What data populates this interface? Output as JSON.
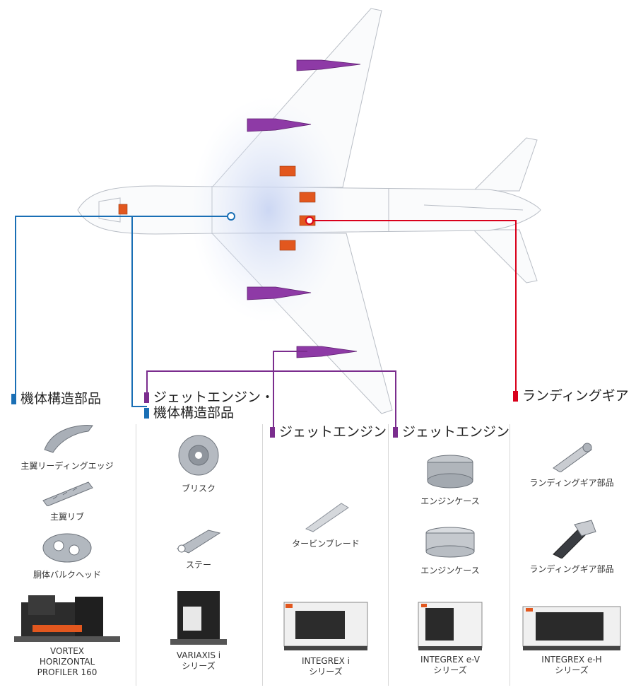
{
  "colors": {
    "structure": "#1a6fb5",
    "jet_structure": "#7b2d8e",
    "jet": "#7b2d8e",
    "landing": "#d9001b",
    "engine_fill": "#8e3aa6",
    "gear_fill": "#e2571e"
  },
  "categories": {
    "structure": "機体構造部品",
    "jet_structure_line1": "ジェットエンジン・",
    "jet_structure_line2": "機体構造部品",
    "jet1": "ジェットエンジン",
    "jet2": "ジェットエンジン",
    "landing": "ランディングギア"
  },
  "columns": [
    {
      "parts": [
        "主翼リーディングエッジ",
        "主翼リブ",
        "胴体バルクヘッド"
      ],
      "machine_lines": [
        "VORTEX",
        "HORIZONTAL",
        "PROFILER 160"
      ]
    },
    {
      "parts": [
        "ブリスク",
        "ステー"
      ],
      "machine_lines": [
        "VARIAXIS i",
        "シリーズ"
      ]
    },
    {
      "parts": [
        "タービンブレード"
      ],
      "machine_lines": [
        "INTEGREX i",
        "シリーズ"
      ]
    },
    {
      "parts": [
        "エンジンケース",
        "エンジンケース"
      ],
      "machine_lines": [
        "INTEGREX e-V",
        "シリーズ"
      ]
    },
    {
      "parts": [
        "ランディングギア部品",
        "ランディングギア部品"
      ],
      "machine_lines": [
        "INTEGREX e-H",
        "シリーズ"
      ]
    }
  ]
}
